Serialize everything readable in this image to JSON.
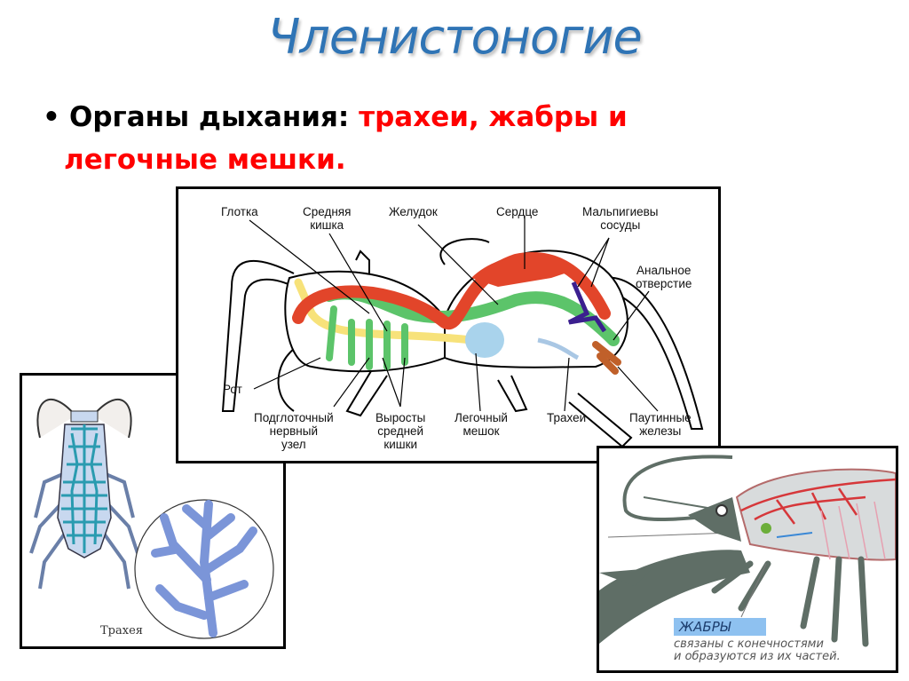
{
  "slide": {
    "title": "Членистоногие",
    "title_color": "#2f74b5",
    "bullet": {
      "marker": "•",
      "label": "Органы дыхания:",
      "value_line1": "трахеи, жабры и",
      "value_line2": "легочные мешки.",
      "label_color": "#000000",
      "value_color": "#ff0000"
    }
  },
  "spider_diagram": {
    "labels": {
      "pharynx": "Глотка",
      "midgut_1": "Средняя",
      "midgut_2": "кишка",
      "stomach": "Желудок",
      "heart": "Сердце",
      "malpighian_1": "Мальпигиевы",
      "malpighian_2": "сосуды",
      "anus_1": "Анальное",
      "anus_2": "отверстие",
      "mouth": "Рот",
      "ganglion_1": "Подглоточный",
      "ganglion_2": "нервный",
      "ganglion_3": "узел",
      "outgrowths_1": "Выросты",
      "outgrowths_2": "средней",
      "outgrowths_3": "кишки",
      "lung_1": "Легочный",
      "lung_2": "мешок",
      "tracheae": "Трахеи",
      "spinnerets_1": "Паутинные",
      "spinnerets_2": "железы"
    },
    "colors": {
      "heart": "#e2452a",
      "gut": "#5cc46a",
      "nerve": "#f7e27a",
      "lung": "#a9d3ec",
      "malpighian": "#3b1f8f",
      "silk_glands": "#c0602a",
      "tracheae": "#a9c7e4"
    }
  },
  "insect_diagram": {
    "caption": "Трахея",
    "colors": {
      "trachea": "#2a9bb0",
      "body": "#c8d8ef",
      "branch": "#7b95d8"
    }
  },
  "crayfish_diagram": {
    "tag": "ЖАБРЫ",
    "desc_line1": "связаны с конечностями",
    "desc_line2": "и образуются из их частей.",
    "colors": {
      "tag_bg": "#8ec1f0",
      "body": "#5f6e66",
      "vessels": "#d6373a"
    }
  }
}
